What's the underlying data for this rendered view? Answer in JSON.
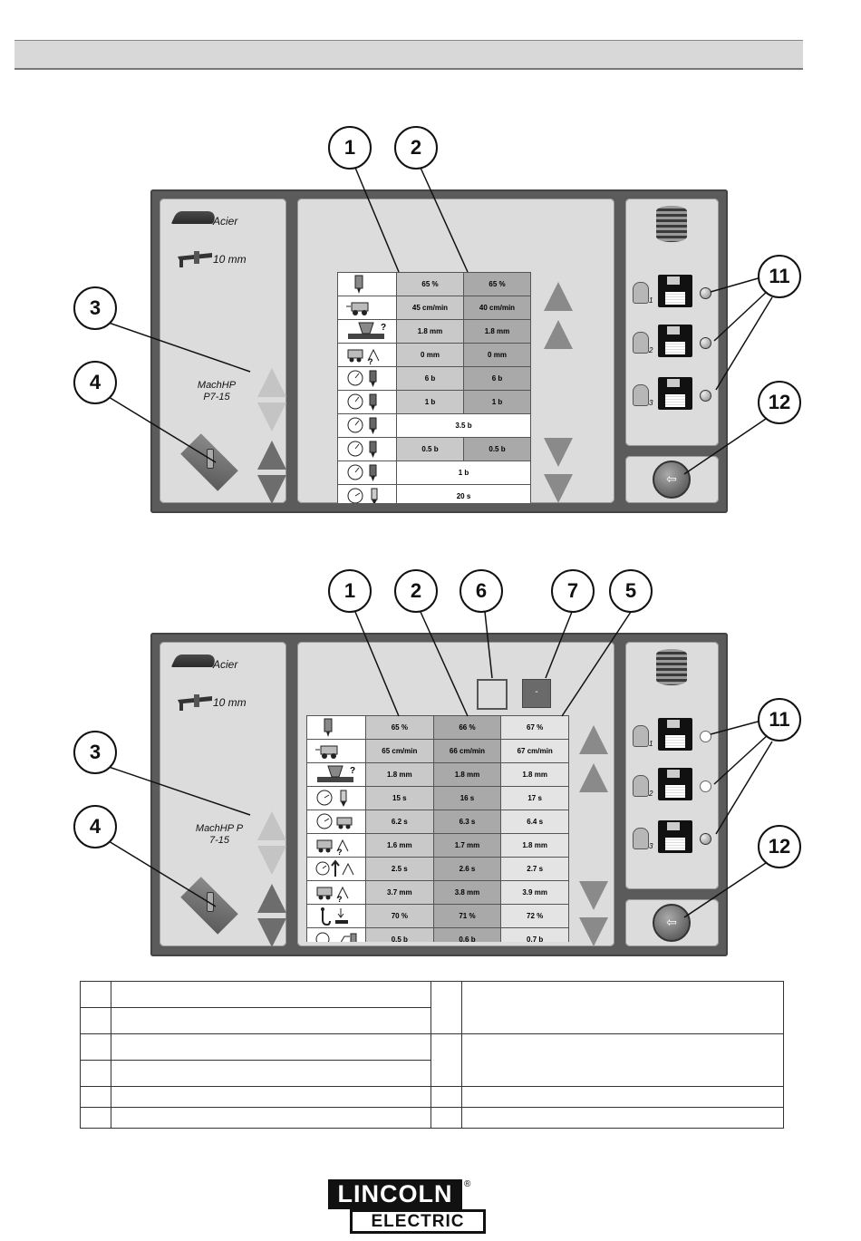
{
  "callouts": {
    "n1": "1",
    "n2": "2",
    "n3": "3",
    "n4": "4",
    "n5": "5",
    "n6": "6",
    "n7": "7",
    "n11": "11",
    "n12": "12"
  },
  "screen1": {
    "material": "Acier",
    "thickness": "10 mm",
    "program": [
      "MachHP",
      "P7-15"
    ],
    "rows": [
      {
        "icon": "torch-current-icon",
        "v1": "65 %",
        "v2": "65 %"
      },
      {
        "icon": "cutting-speed-icon",
        "v1": "45 cm/min",
        "v2": "40 cm/min"
      },
      {
        "icon": "torch-height-icon",
        "v1": "1.8 mm",
        "v2": "1.8 mm"
      },
      {
        "icon": "pierce-height-icon",
        "v1": "0 mm",
        "v2": "0 mm"
      },
      {
        "icon": "gas-pressure-icon",
        "v1": "6 b",
        "v2": "6 b"
      },
      {
        "icon": "gas-pressure-icon",
        "v1": "1 b",
        "v2": "1 b"
      },
      {
        "icon": "gas-pressure-icon",
        "span": "3.5 b"
      },
      {
        "icon": "gas-pressure-icon",
        "v1": "0.5 b",
        "v2": "0.5 b"
      },
      {
        "icon": "gas-pressure-icon",
        "span": "1 b"
      },
      {
        "icon": "timer-icon",
        "span": "20 s"
      }
    ]
  },
  "screen2": {
    "material": "Acier",
    "thickness": "10 mm",
    "program": [
      "MachHP P",
      "7-15"
    ],
    "compare_button": "-",
    "rows": [
      {
        "icon": "torch-current-icon",
        "v1": "65 %",
        "v2": "66 %",
        "v3": "67 %"
      },
      {
        "icon": "cutting-speed-icon",
        "v1": "65 cm/min",
        "v2": "66 cm/min",
        "v3": "67 cm/min"
      },
      {
        "icon": "torch-height-icon",
        "v1": "1.8 mm",
        "v2": "1.8 mm",
        "v3": "1.8 mm"
      },
      {
        "icon": "timer-icon",
        "v1": "15 s",
        "v2": "16 s",
        "v3": "17 s"
      },
      {
        "icon": "timer-speed-icon",
        "v1": "6.2 s",
        "v2": "6.3 s",
        "v3": "6.4 s"
      },
      {
        "icon": "pierce-height-icon",
        "v1": "1.6 mm",
        "v2": "1.7 mm",
        "v3": "1.8 mm"
      },
      {
        "icon": "pierce-time-icon",
        "v1": "2.5 s",
        "v2": "2.6 s",
        "v3": "2.7 s"
      },
      {
        "icon": "pierce-height-icon",
        "v1": "3.7 mm",
        "v2": "3.8 mm",
        "v3": "3.9 mm"
      },
      {
        "icon": "arc-voltage-icon",
        "v1": "70 %",
        "v2": "71 %",
        "v3": "72 %"
      },
      {
        "icon": "gas-ramp-icon",
        "v1": "0.5 b",
        "v2": "0.6 b",
        "v3": "0.7 b"
      }
    ]
  },
  "user_slots": [
    "1",
    "2",
    "3"
  ],
  "logo": {
    "top": "LINCOLN",
    "bottom": "ELECTRIC",
    "reg": "®"
  }
}
